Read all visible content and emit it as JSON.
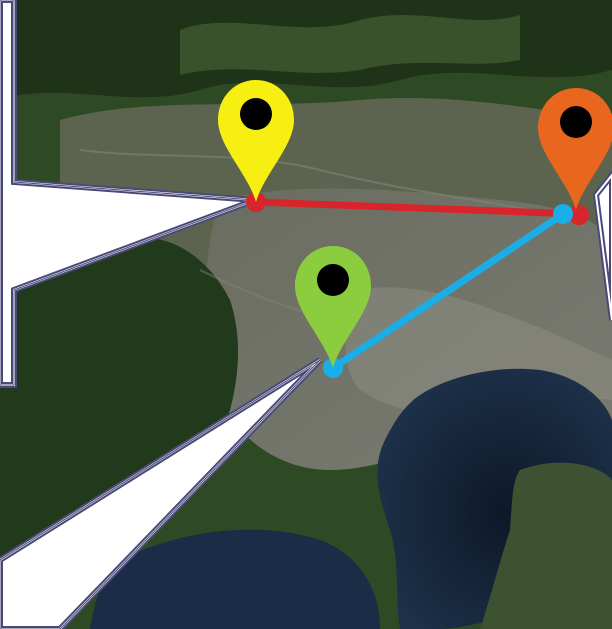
{
  "map": {
    "terrain_colors": {
      "forest_dark": "#1f3318",
      "forest": "#2e4a24",
      "mountain_ridge": "#3f5a32",
      "valley": "#5c6450",
      "urban": "#6e6f66",
      "urban_light": "#8a8a80",
      "bay_water": "#0f1c2e",
      "bay_water_edge": "#1d3149",
      "sea_deep": "#1b2c46"
    },
    "markers": [
      {
        "id": "yellow",
        "color": "#f7ef12",
        "icon": "map-pin-icon"
      },
      {
        "id": "orange",
        "color": "#e8661d",
        "icon": "map-pin-icon"
      },
      {
        "id": "green",
        "color": "#8ccc3f",
        "icon": "map-pin-icon"
      }
    ],
    "routes": [
      {
        "id": "red-route",
        "color": "#d8252b",
        "from": "yellow",
        "to": "orange"
      },
      {
        "id": "blue-route",
        "color": "#19aee8",
        "from": "green",
        "to": "orange"
      }
    ],
    "callouts": {
      "fill": "#ffffff",
      "border": "#4a4a78"
    }
  }
}
